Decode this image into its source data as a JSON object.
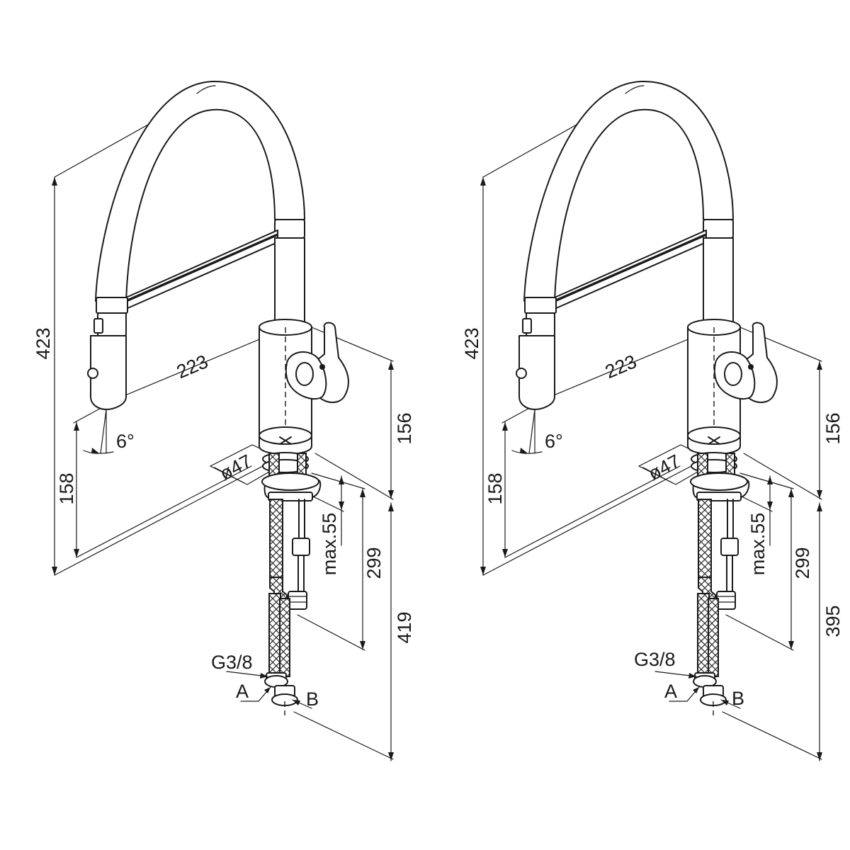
{
  "drawings": [
    {
      "name": "variant-left",
      "dimensions": {
        "total_height": "423",
        "spout_reach": "223",
        "spout_angle": "6°",
        "spout_height": "158",
        "body_height": "156",
        "base_diameter": "ø47",
        "max_thickness": "max.55",
        "shank_length": "299",
        "hose_length": "419"
      },
      "connections": {
        "thread": "G3/8",
        "inlet_a": "A",
        "inlet_b": "B"
      }
    },
    {
      "name": "variant-right",
      "dimensions": {
        "total_height": "423",
        "spout_reach": "223",
        "spout_angle": "6°",
        "spout_height": "158",
        "body_height": "156",
        "base_diameter": "ø47",
        "max_thickness": "max.55",
        "shank_length": "299",
        "hose_length": "395"
      },
      "connections": {
        "thread": "G3/8",
        "inlet_a": "A",
        "inlet_b": "B"
      }
    }
  ]
}
